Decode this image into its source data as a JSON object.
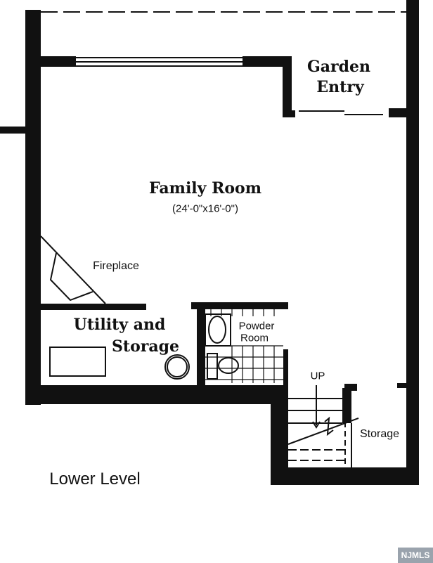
{
  "plan": {
    "level_title": "Lower Level",
    "rooms": {
      "garden_entry": [
        "Garden",
        "Entry"
      ],
      "family_room": {
        "name": "Family Room",
        "dimensions": "(24'-0\"x16'-0\")"
      },
      "fireplace": "Fireplace",
      "utility": [
        "Utility and",
        "Storage"
      ],
      "powder_room": [
        "Powder",
        "Room"
      ],
      "stairs_label": "UP",
      "storage": "Storage"
    },
    "wall_color": "#111111"
  },
  "watermark": "NJMLS"
}
